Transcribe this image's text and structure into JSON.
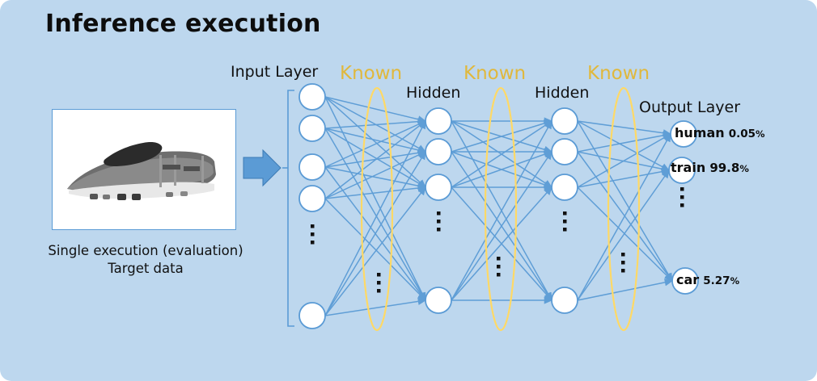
{
  "slide": {
    "title": "Inference execution",
    "background_color": "#bdd7ee"
  },
  "sample": {
    "image_alt": "bullet-train-grayscale",
    "caption_line1": "Single execution (evaluation)",
    "caption_line2": "Target data",
    "arrow": "right-arrow"
  },
  "network": {
    "accent_color": "#5b9bd5",
    "known_color": "#e0b83c",
    "labels": {
      "input_layer": "Input Layer",
      "hidden_1": "Hidden",
      "hidden_2": "Hidden",
      "output_layer": "Output Layer",
      "known_1": "Known",
      "known_2": "Known",
      "known_3": "Known"
    },
    "outputs": [
      {
        "name": "human",
        "value": "0.05",
        "unit": "%"
      },
      {
        "name": "train",
        "value": "99.8",
        "unit": "%"
      },
      {
        "name": "car",
        "value": "5.27",
        "unit": "%"
      }
    ]
  }
}
